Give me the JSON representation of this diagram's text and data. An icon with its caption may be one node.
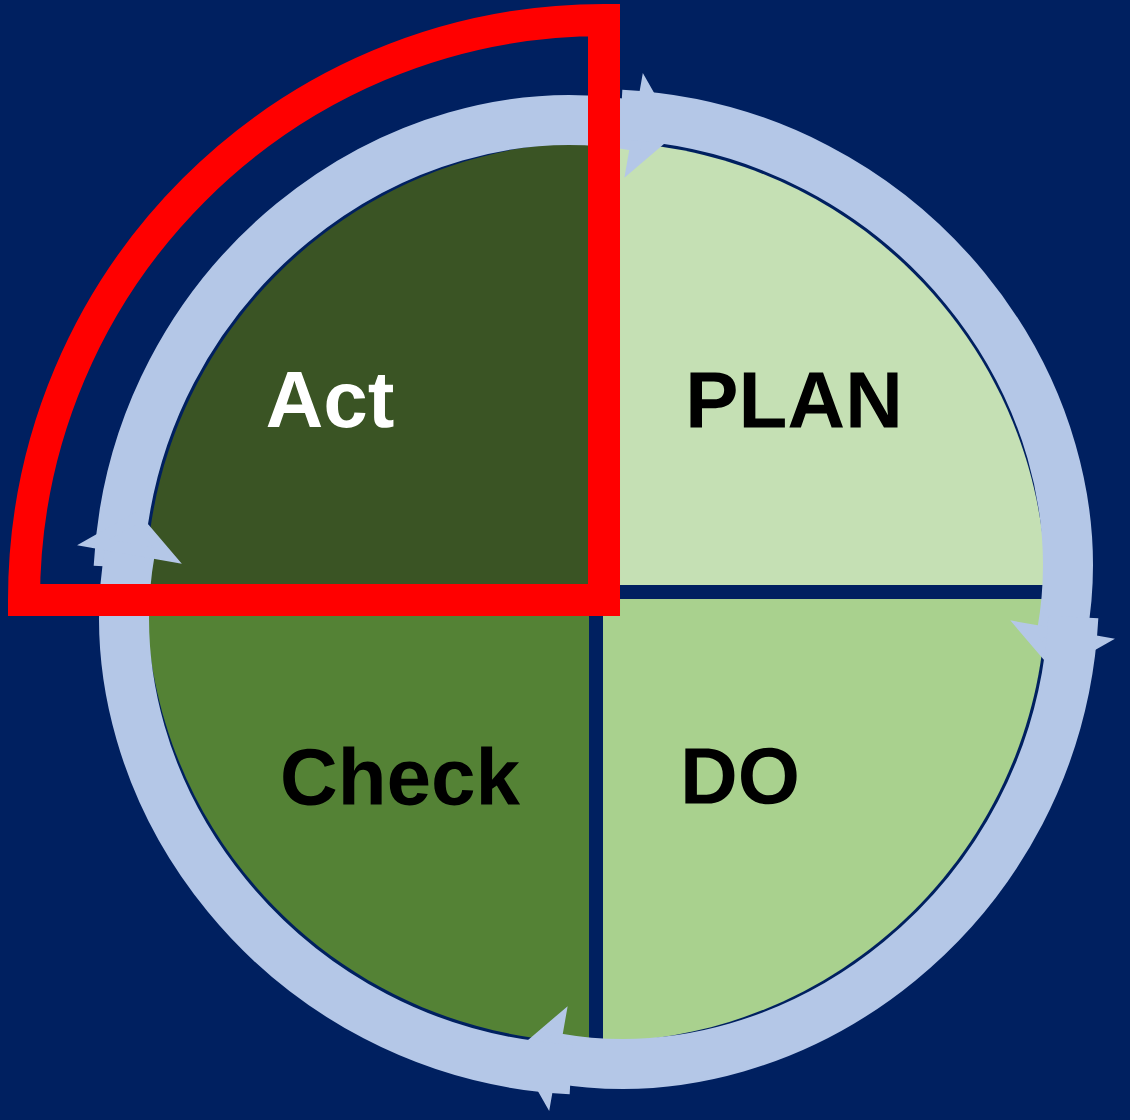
{
  "diagram": {
    "nodes": [
      {
        "text": [
          "Act"
        ]
      },
      {
        "text": [
          "PLAN"
        ]
      },
      {
        "text": [
          "Check"
        ]
      },
      {
        "text": [
          "DO"
        ]
      }
    ],
    "edges": [
      {
        "from": 0,
        "to": 1,
        "arrow": "to"
      },
      {
        "from": 1,
        "to": 3,
        "arrow": "to"
      },
      {
        "from": 3,
        "to": 2,
        "arrow": "to"
      },
      {
        "from": 2,
        "to": 0,
        "arrow": "to"
      }
    ]
  }
}
